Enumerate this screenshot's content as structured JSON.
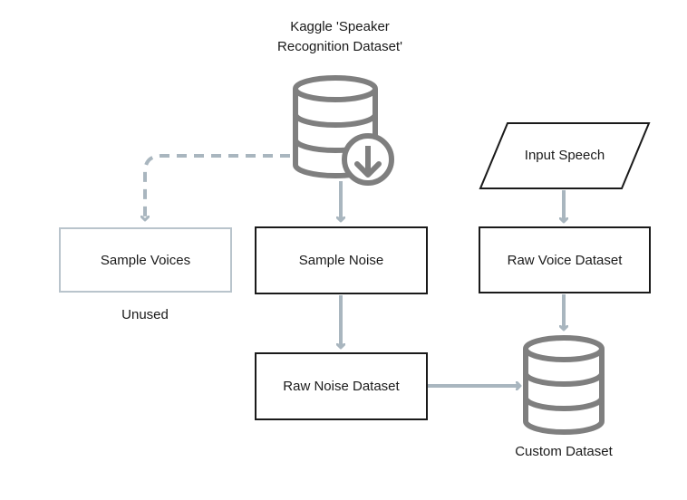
{
  "source": {
    "title_line1": "Kaggle 'Speaker",
    "title_line2": "Recognition Dataset'",
    "icon": "database-download-icon"
  },
  "nodes": {
    "sample_voices": "Sample Voices",
    "sample_noise": "Sample Noise",
    "raw_noise": "Raw Noise Dataset",
    "input_speech": "Input Speech",
    "raw_voice": "Raw Voice Dataset"
  },
  "labels": {
    "unused": "Unused",
    "custom_dataset": "Custom Dataset"
  },
  "icons": {
    "custom_dataset": "database-icon"
  },
  "colors": {
    "stroke_dark": "#1a1a1a",
    "stroke_icon": "#7f7f7f",
    "arrow": "#a9b6bf",
    "box_light_border": "#b9c4cc"
  }
}
